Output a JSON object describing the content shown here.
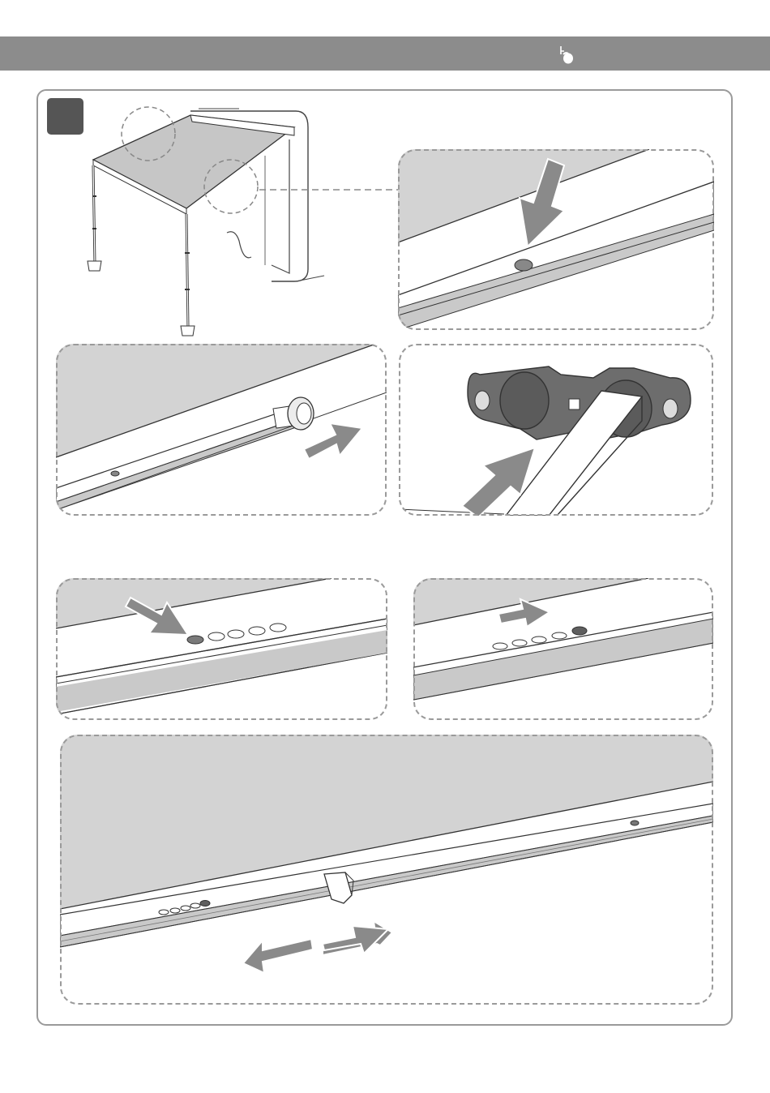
{
  "header": {
    "icon": "hand-pointer-icon",
    "color": "#8c8c8c"
  },
  "step": {
    "number": ""
  },
  "colors": {
    "canvas": "#d3d3d3",
    "arrow": "#8a8a8a",
    "frame": "#9a9a9a",
    "accent": "#555555"
  },
  "panels": [
    {
      "id": "detail-top-right",
      "icon": "arrow-down-icon"
    },
    {
      "id": "detail-slide-tube",
      "icon": "arrow-right-icon"
    },
    {
      "id": "detail-end-cap",
      "icon": "arrow-up-right-icon"
    },
    {
      "id": "detail-hole-left",
      "icon": "arrow-down-right-icon"
    },
    {
      "id": "detail-hole-right",
      "icon": "arrow-right-icon"
    },
    {
      "id": "detail-adjust-length",
      "icon": "double-arrow-icon"
    }
  ]
}
